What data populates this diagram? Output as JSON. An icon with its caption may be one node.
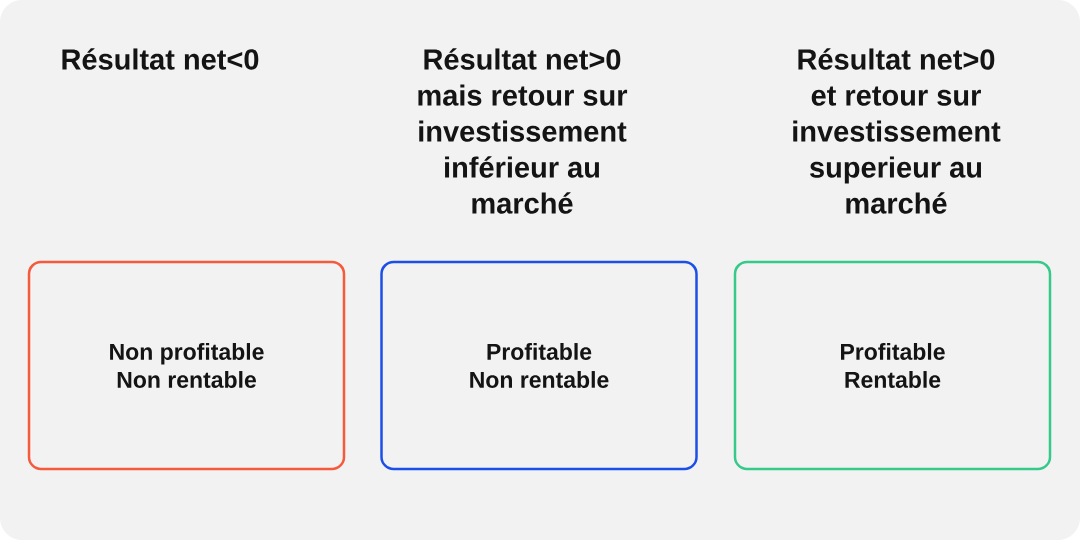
{
  "diagram": {
    "nodes": [
      {
        "text": [
          "Non profitable Non rentable"
        ]
      },
      {
        "text": [
          "Profitable Non rentable"
        ]
      },
      {
        "text": [
          "Profitable Rentable"
        ]
      }
    ],
    "labels": [
      "Résultat net<0",
      "Résultat net>0 mais retour sur investissement inférieur au marché",
      "Résultat net>0 et retour sur investissement superieur au marché"
    ]
  }
}
